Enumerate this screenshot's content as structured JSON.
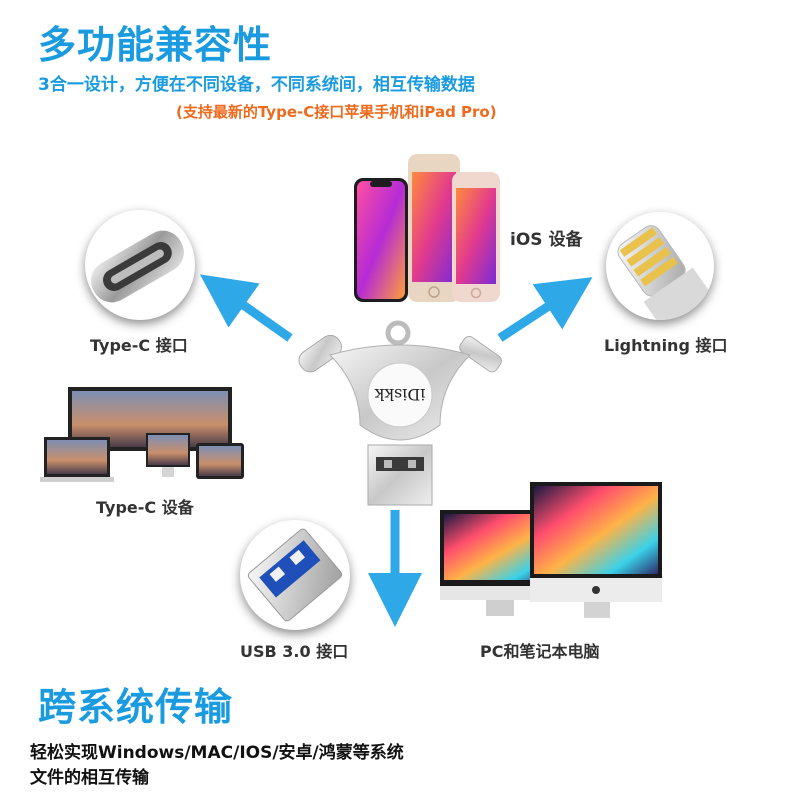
{
  "header": {
    "title": "多功能兼容性",
    "subtitle": "3合一设计，方便在不同设备，不同系统间，相互传输数据",
    "note": "(支持最新的Type-C接口苹果手机和iPad Pro)"
  },
  "device": {
    "brand": "iDiskk"
  },
  "labels": {
    "ios_device": "iOS 设备",
    "typec_port": "Type-C 接口",
    "lightning_port": "Lightning 接口",
    "typec_device": "Type-C 设备",
    "usb_port": "USB 3.0 接口",
    "pc_device": "PC和笔记本电脑"
  },
  "footer": {
    "title": "跨系统传输",
    "line1": "轻松实现Windows/MAC/IOS/安卓/鸿蒙等系统",
    "line2": "文件的相互传输"
  },
  "colors": {
    "accent": "#1a9be0",
    "note": "#ef6a1d",
    "arrow": "#2ea8e6"
  },
  "icons": [
    "typec-connector-icon",
    "lightning-connector-icon",
    "usb-connector-icon",
    "arrow-icon"
  ]
}
